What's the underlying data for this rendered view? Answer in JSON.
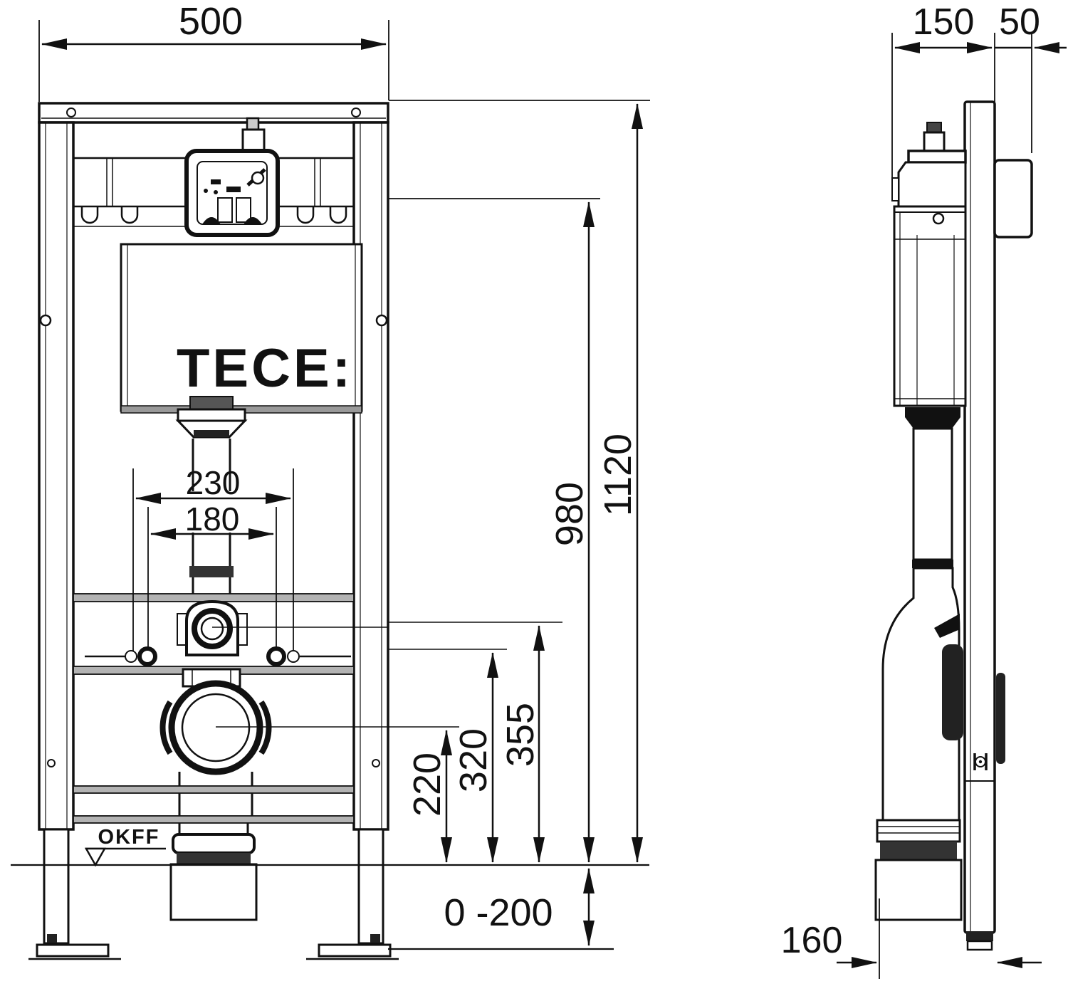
{
  "page": {
    "background": "#ffffff",
    "line_color": "#111111",
    "band_color": "#b3b3b3"
  },
  "drawing": {
    "brand_logo": "TECE:",
    "floor_marker": "OKFF",
    "front": {
      "width": "500",
      "height_total": "1120",
      "height_cistern": "980",
      "outlet_spacing_outer": "230",
      "outlet_spacing_inner": "180",
      "supply_height": "355",
      "fixing_height": "320",
      "outlet_height": "220",
      "leg_adjustment": "0 -200"
    },
    "side": {
      "frame_depth": "150",
      "rail_depth": "50",
      "outlet_offset": "160"
    }
  }
}
